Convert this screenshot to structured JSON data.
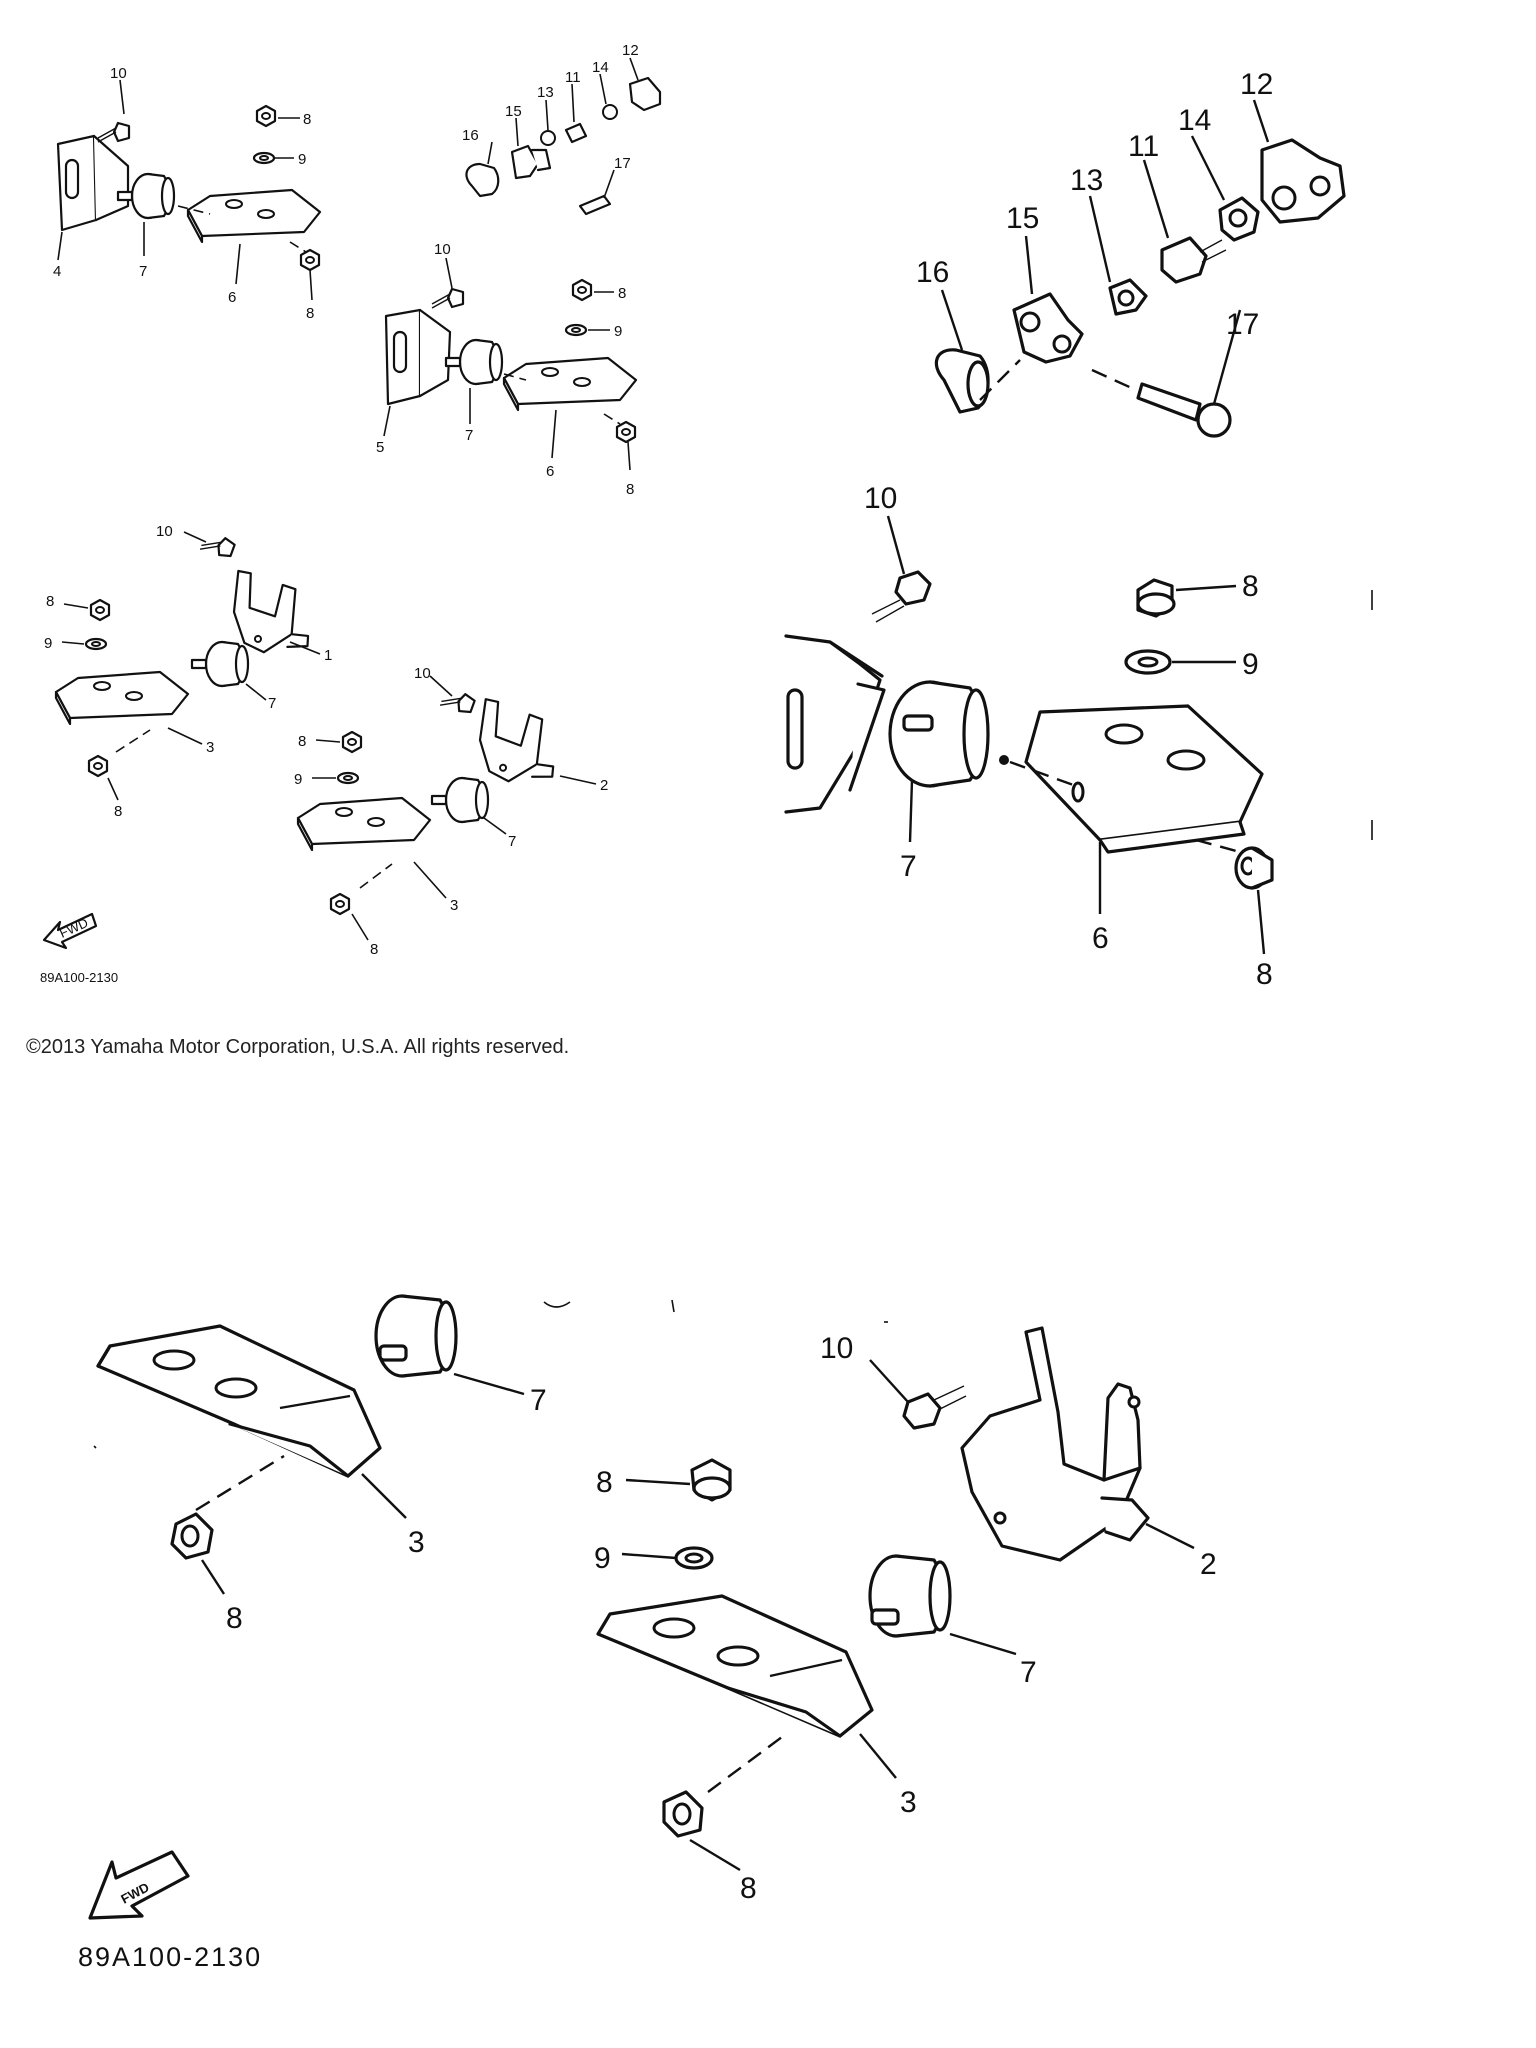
{
  "copyright": "©2013 Yamaha Motor Corporation, U.S.A. All rights reserved.",
  "reference_code": "89A100-2130",
  "fwd_label": "FWD",
  "callouts": {
    "n1": "1",
    "n2": "2",
    "n3": "3",
    "n4": "4",
    "n5": "5",
    "n6": "6",
    "n7": "7",
    "n8": "8",
    "n9": "9",
    "n10": "10",
    "n11": "11",
    "n12": "12",
    "n13": "13",
    "n14": "14",
    "n15": "15",
    "n16": "16",
    "n17": "17"
  }
}
